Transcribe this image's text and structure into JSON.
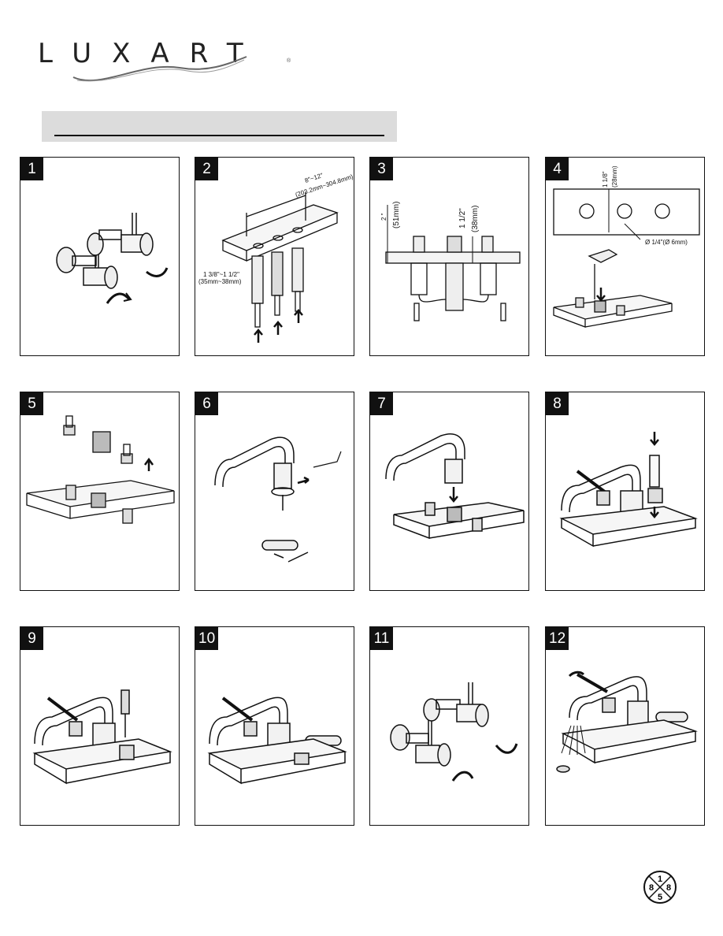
{
  "brand": {
    "name": "LUXART",
    "reg": "®"
  },
  "badge": {
    "top": "1",
    "left": "8",
    "right": "8",
    "bottom": "5"
  },
  "steps": [
    {
      "number": "1"
    },
    {
      "number": "2",
      "labels": {
        "span": "8\"~12\"",
        "span_mm": "(203.2mm~304.8mm)",
        "thickness": "1 3/8\"~1 1/2\"",
        "thickness_mm": "(35mm~38mm)"
      }
    },
    {
      "number": "3",
      "labels": {
        "height_a": "2 \"",
        "height_a_mm": "(51mm)",
        "height_b": "1 1/2\"",
        "height_b_mm": "(38mm)"
      }
    },
    {
      "number": "4",
      "labels": {
        "offset": "1 1/8\"",
        "offset_mm": "(28mm)",
        "drill": "Ø 1/4\"(Ø 6mm)"
      }
    },
    {
      "number": "5"
    },
    {
      "number": "6"
    },
    {
      "number": "7"
    },
    {
      "number": "8"
    },
    {
      "number": "9"
    },
    {
      "number": "10"
    },
    {
      "number": "11"
    },
    {
      "number": "12"
    }
  ]
}
